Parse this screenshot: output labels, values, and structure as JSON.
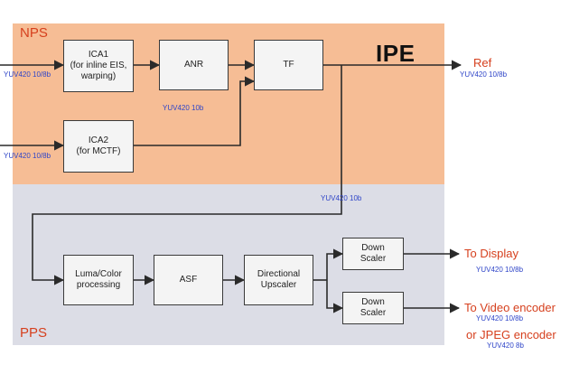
{
  "regions": {
    "nps": {
      "label": "NPS",
      "color": "#f6bd95"
    },
    "pps": {
      "label": "PPS",
      "color": "#dcdde6"
    }
  },
  "module": {
    "title": "IPE"
  },
  "blocks": {
    "ica1": "ICA1\n(for inline EIS,\nwarping)",
    "anr": "ANR",
    "tf": "TF",
    "ica2": "ICA2\n(for MCTF)",
    "luma": "Luma/Color\nprocessing",
    "asf": "ASF",
    "upscaler": "Directional\nUpscaler",
    "down1": "Down\nScaler",
    "down2": "Down\nScaler"
  },
  "formats": {
    "in1": "YUV420 10/8b",
    "in2": "YUV420 10/8b",
    "anr_out": "YUV420 10b",
    "tf_out": "YUV420 10b",
    "ref": "YUV420 10/8b",
    "display": "YUV420 10/8b",
    "video": "YUV420 10/8b",
    "jpeg": "YUV420 8b"
  },
  "outputs": {
    "ref": "Ref",
    "display": "To Display",
    "video": "To Video encoder",
    "jpeg": "or JPEG encoder"
  },
  "colors": {
    "accent": "#d6401e",
    "format_text": "#2f45c8",
    "line": "#2a2a2a"
  }
}
